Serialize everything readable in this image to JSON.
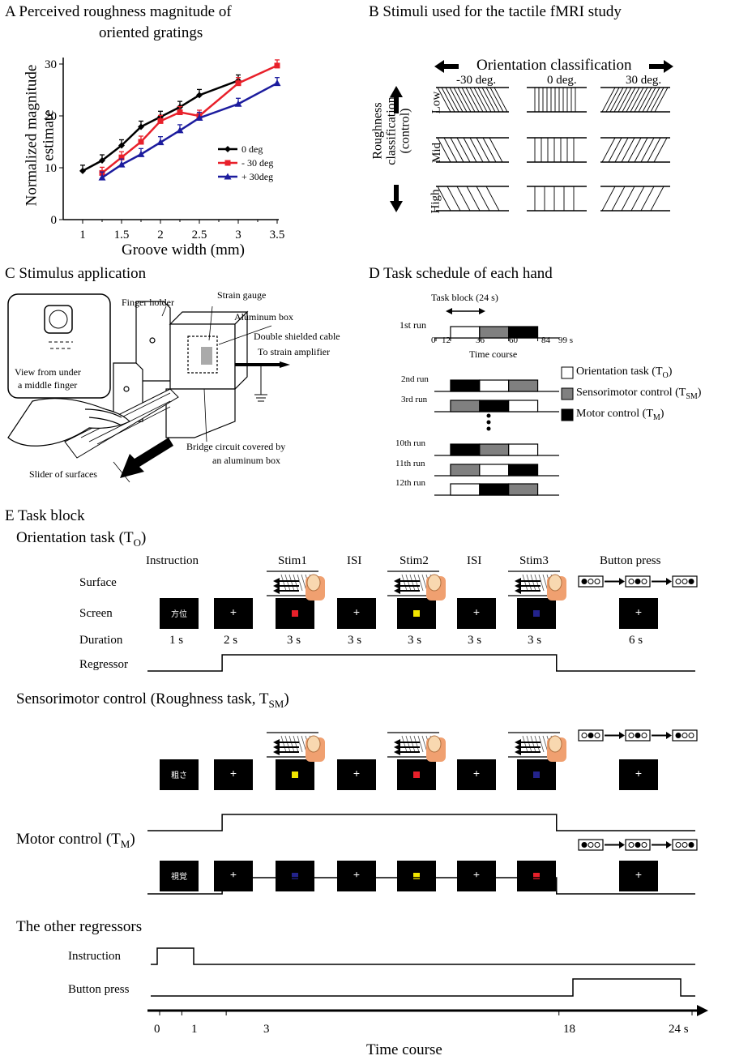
{
  "panelA": {
    "title_line1": "A  Perceived roughness magnitude of",
    "title_line2": "oriented gratings",
    "ylabel_line1": "Normalized magnitude",
    "ylabel_line2": "estimate",
    "xlabel": "Groove width (mm)",
    "legend": [
      "0 deg",
      "- 30 deg",
      "+ 30deg"
    ]
  },
  "chart_data": {
    "type": "line",
    "title": "Perceived roughness magnitude of oriented gratings",
    "xlabel": "Groove width (mm)",
    "ylabel": "Normalized magnitude estimate",
    "xlim": [
      0.75,
      3.5
    ],
    "ylim": [
      0,
      30
    ],
    "xticks": [
      "1",
      "1.5",
      "2",
      "2.5",
      "3",
      "3.5"
    ],
    "yticks": [
      "0",
      "10",
      "20",
      "30"
    ],
    "legend_position": "right",
    "series": [
      {
        "name": "0 deg",
        "color": "#000000",
        "marker": "diamond",
        "x": [
          1,
          1.25,
          1.5,
          1.75,
          2,
          2.25,
          2.5,
          3
        ],
        "y": [
          9.4,
          11.4,
          14.3,
          17.9,
          19.8,
          21.7,
          24.0,
          26.8
        ]
      },
      {
        "name": "- 30 deg",
        "color": "#e8202a",
        "marker": "square",
        "x": [
          1.25,
          1.5,
          1.75,
          2,
          2.25,
          2.5,
          3,
          3.5
        ],
        "y": [
          9.0,
          12.0,
          15.0,
          19.0,
          20.7,
          20.0,
          26.3,
          29.7
        ]
      },
      {
        "name": "+ 30deg",
        "color": "#1c1c9e",
        "marker": "triangle",
        "x": [
          1.25,
          1.5,
          1.75,
          2,
          2.25,
          2.5,
          3,
          3.5
        ],
        "y": [
          8.1,
          10.6,
          12.6,
          14.9,
          17.2,
          19.6,
          22.3,
          26.3
        ]
      }
    ]
  },
  "panelB": {
    "title": "B  Stimuli used for the tactile fMRI study",
    "orient_title": "Orientation classification",
    "orient_labels": [
      "-30 deg.",
      "0 deg.",
      "30 deg."
    ],
    "rough_title_line1": "Roughness",
    "rough_title_line2": "classification",
    "rough_title_line3": "(control)",
    "rough_labels": [
      "Low",
      "Mid",
      "High"
    ]
  },
  "panelC": {
    "title": "C  Stimulus application",
    "finger_holder": "Finger holder",
    "strain_gauge": "Strain gauge",
    "aluminum_box": "Aluminum box",
    "cable": "Double shielded cable",
    "amplifier": "To strain amplifier",
    "view_line1": "View from under",
    "view_line2": "a middle finger",
    "bridge_line1": "Bridge circuit covered by",
    "bridge_line2": "an aluminum box",
    "slider": "Slider of surfaces"
  },
  "panelD": {
    "title": "D  Task schedule of each hand",
    "task_block": "Task block (24 s)",
    "first_run": "1st run",
    "ticks": [
      "0",
      "12",
      "36",
      "60",
      "84",
      "99 s"
    ],
    "time_course": "Time course",
    "runs": [
      "2nd run",
      "3rd run",
      "10th run",
      "11th run",
      "12th run"
    ],
    "legend": {
      "orientation": "Orientation task (T",
      "orientation_sub": "O",
      "sensorimotor": "Sensorimotor control (T",
      "sensorimotor_sub": "SM",
      "motor": "Motor control (T",
      "motor_sub": "M",
      "close": ")"
    },
    "colors": {
      "orientation": "#ffffff",
      "sensorimotor": "#808080",
      "motor": "#000000"
    }
  },
  "panelE": {
    "title": "E  Task block",
    "orientation_task": "Orientation task (T",
    "orientation_sub": "O",
    "close": ")",
    "columns": [
      "Instruction",
      "Stim1",
      "ISI",
      "Stim2",
      "ISI",
      "Stim3",
      "Button press"
    ],
    "row_surface": "Surface",
    "row_screen": "Screen",
    "row_duration": "Duration",
    "row_regressor": "Regressor",
    "durations": [
      "1 s",
      "2 s",
      "3 s",
      "3 s",
      "3 s",
      "3 s",
      "3 s",
      "6 s"
    ],
    "sensorimotor_title": "Sensorimotor control (Roughness task, T",
    "sensorimotor_sub": "SM",
    "motor_title": "Motor control (T",
    "motor_sub": "M",
    "kanji": [
      "方位",
      "粗さ",
      "視覚"
    ],
    "plus": "+",
    "dot_colors": {
      "red": "#e8202a",
      "yellow": "#f2e600",
      "blue": "#23238c"
    },
    "other_regressors": "The other regressors",
    "instruction": "Instruction",
    "button_press": "Button press",
    "time_ticks": [
      "0",
      "1",
      "3",
      "18",
      "24 s"
    ],
    "time_course": "Time course"
  }
}
